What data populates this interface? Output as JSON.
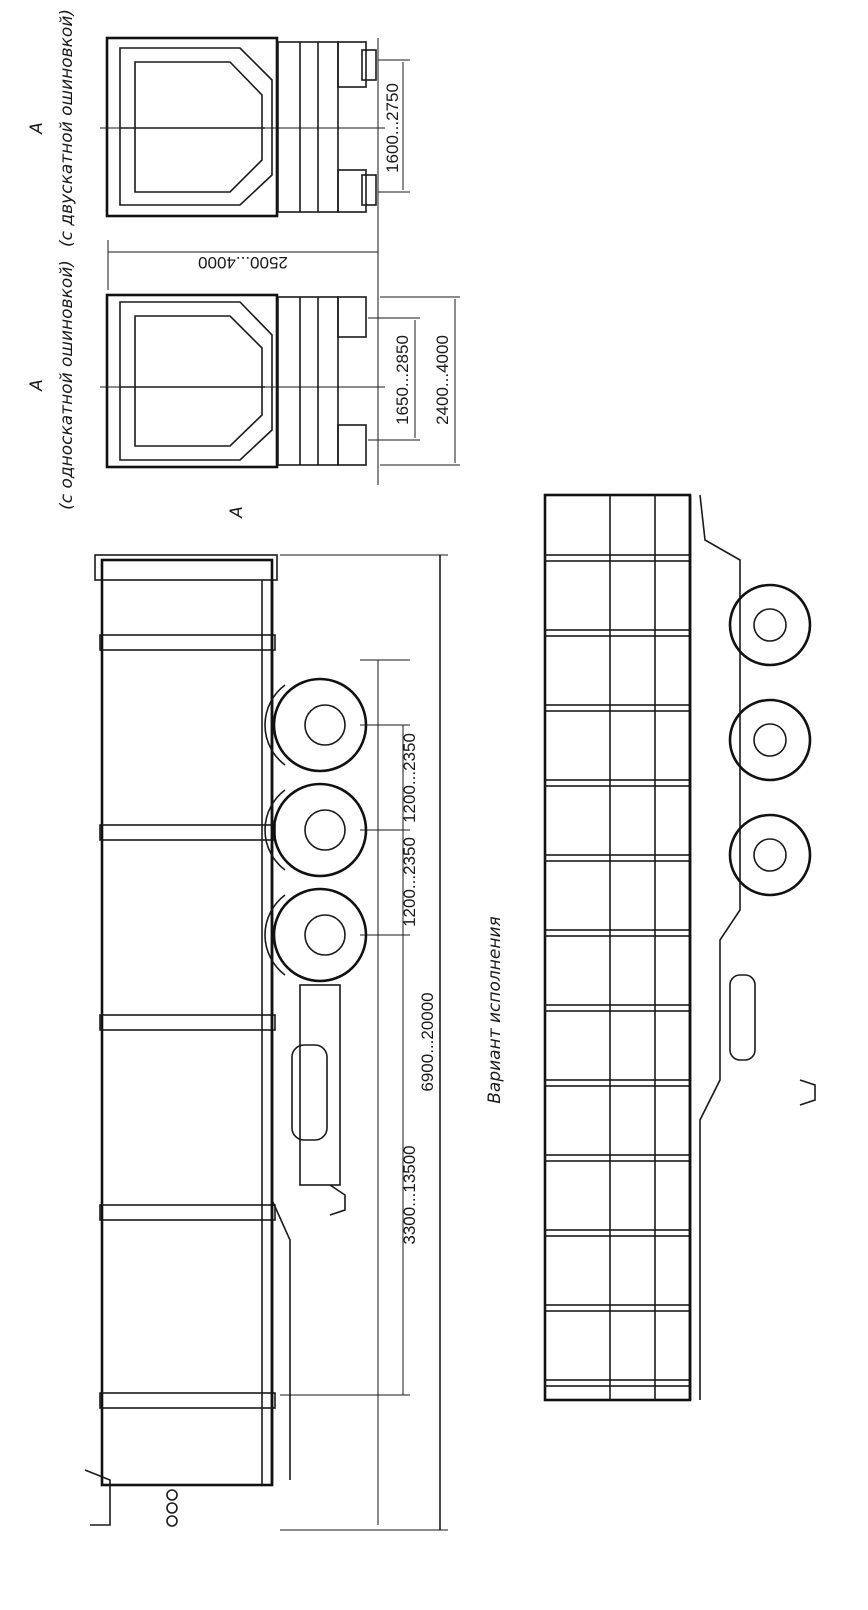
{
  "end_views": {
    "dual": {
      "letter": "A",
      "caption": "(с двускатной ошиновкой)",
      "track_dim": "1600...2750"
    },
    "single": {
      "letter": "A",
      "caption": "(с односкатной ошиновкой)",
      "track_dim": "1650...2850",
      "width_dim": "2400...4000"
    },
    "height_dim": "2500...4000"
  },
  "side_view": {
    "section_marker": "A",
    "axle_spacing_1": "1200...2350",
    "axle_spacing_2": "1200...2350",
    "kingpin_to_axle": "3300...13500",
    "overall_length": "6900...20000"
  },
  "variant_view": {
    "caption": "Вариант исполнения"
  }
}
